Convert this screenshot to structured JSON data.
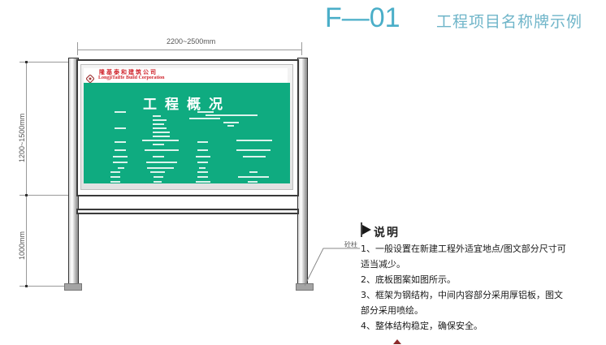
{
  "header": {
    "code": "F—01",
    "title": "工程项目名称牌示例"
  },
  "dimensions": {
    "width": "2200~2500mm",
    "board_height": "1200~1500mm",
    "leg_height": "1000mm"
  },
  "board": {
    "company_cn": "隆基泰和建筑公司",
    "company_en": "LongjiTaiHe Build Corporation",
    "title": "工程概况"
  },
  "callout": {
    "label": "砼柱"
  },
  "notes": {
    "heading": "说明",
    "items": [
      "1、一般设置在新建工程外适宜地点/图文部分尺寸可",
      "适当减少。",
      "2、底板图案如图所示。",
      "3、框架为钢结构，中间内容部分采用厚铝板，图文",
      "部分采用喷绘。",
      "4、整体结构稳定，确保安全。"
    ]
  },
  "colors": {
    "accent": "#4aaec8",
    "board_green": "#0fab80",
    "logo_red": "#d0262e",
    "bottom_marker": "#8b2a2a"
  }
}
